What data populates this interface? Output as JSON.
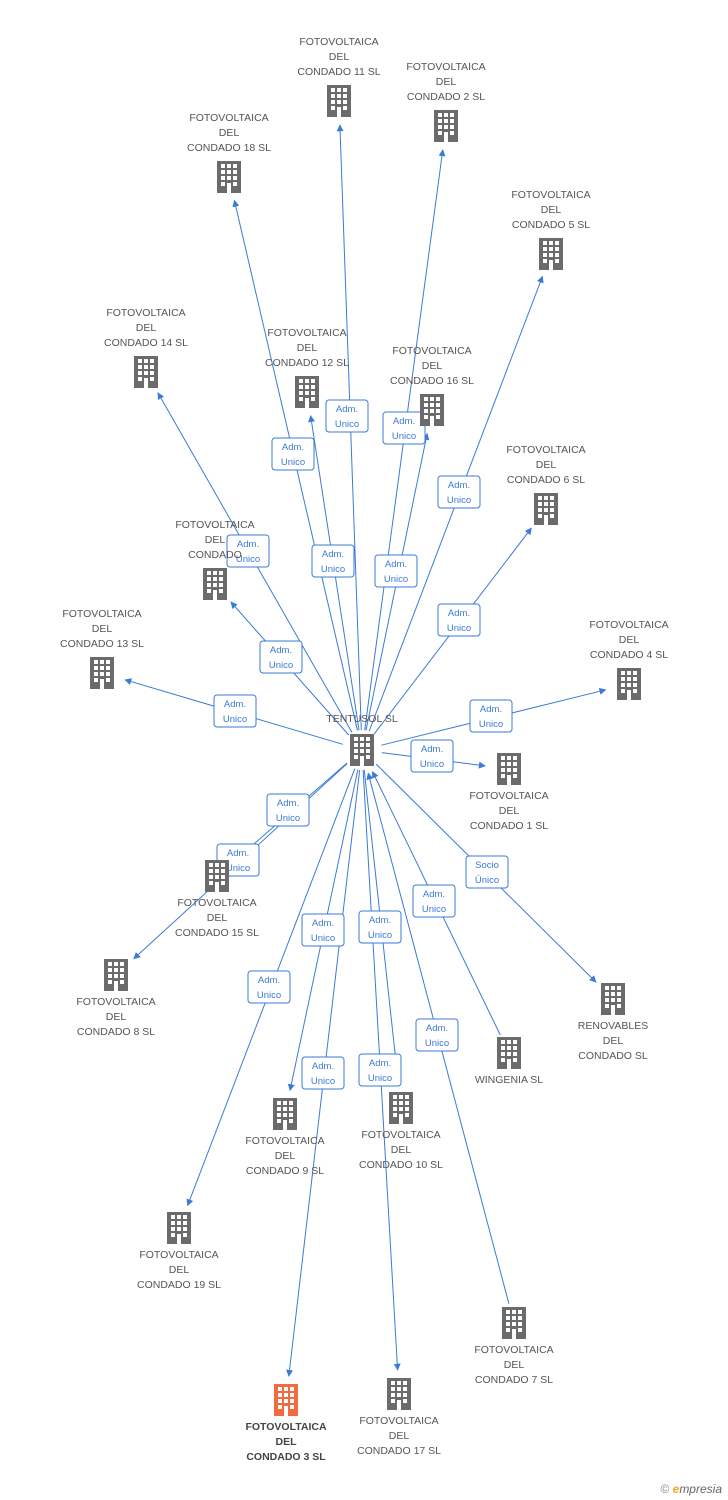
{
  "colors": {
    "node": "#6b6b6b",
    "highlight": "#f26a3d",
    "edge": "#3a7bd5"
  },
  "nodes": [
    {
      "id": "center",
      "lines": [
        "TENTUSOL SL"
      ]
    },
    {
      "id": "c11",
      "lines": [
        "FOTOVOLTAICA",
        "DEL",
        "CONDADO 11 SL"
      ]
    },
    {
      "id": "c2",
      "lines": [
        "FOTOVOLTAICA",
        "DEL",
        "CONDADO 2 SL"
      ]
    },
    {
      "id": "c18",
      "lines": [
        "FOTOVOLTAICA",
        "DEL",
        "CONDADO 18 SL"
      ]
    },
    {
      "id": "c5",
      "lines": [
        "FOTOVOLTAICA",
        "DEL",
        "CONDADO 5 SL"
      ]
    },
    {
      "id": "c14",
      "lines": [
        "FOTOVOLTAICA",
        "DEL",
        "CONDADO 14 SL"
      ]
    },
    {
      "id": "c12",
      "lines": [
        "FOTOVOLTAICA",
        "DEL",
        "CONDADO 12 SL"
      ]
    },
    {
      "id": "c16",
      "lines": [
        "FOTOVOLTAICA",
        "DEL",
        "CONDADO 16 SL"
      ]
    },
    {
      "id": "c6",
      "lines": [
        "FOTOVOLTAICA",
        "DEL",
        "CONDADO 6 SL"
      ]
    },
    {
      "id": "cX",
      "lines": [
        "FOTOVOLTAICA",
        "DEL",
        "CONDADO"
      ]
    },
    {
      "id": "c13",
      "lines": [
        "FOTOVOLTAICA",
        "DEL",
        "CONDADO 13 SL"
      ]
    },
    {
      "id": "c4",
      "lines": [
        "FOTOVOLTAICA",
        "DEL",
        "CONDADO 4 SL"
      ]
    },
    {
      "id": "c1",
      "lines": [
        "FOTOVOLTAICA",
        "DEL",
        "CONDADO 1 SL"
      ]
    },
    {
      "id": "c15",
      "lines": [
        "FOTOVOLTAICA",
        "DEL",
        "CONDADO 15 SL"
      ]
    },
    {
      "id": "c8",
      "lines": [
        "FOTOVOLTAICA",
        "DEL",
        "CONDADO 8 SL"
      ]
    },
    {
      "id": "ren",
      "lines": [
        "RENOVABLES",
        "DEL",
        "CONDADO SL"
      ]
    },
    {
      "id": "win",
      "lines": [
        "WINGENIA SL"
      ]
    },
    {
      "id": "c9",
      "lines": [
        "FOTOVOLTAICA",
        "DEL",
        "CONDADO 9 SL"
      ]
    },
    {
      "id": "c10",
      "lines": [
        "FOTOVOLTAICA",
        "DEL",
        "CONDADO 10 SL"
      ]
    },
    {
      "id": "c19",
      "lines": [
        "FOTOVOLTAICA",
        "DEL",
        "CONDADO 19 SL"
      ]
    },
    {
      "id": "c7",
      "lines": [
        "FOTOVOLTAICA",
        "DEL",
        "CONDADO 7 SL"
      ]
    },
    {
      "id": "c3",
      "lines": [
        "FOTOVOLTAICA",
        "DEL",
        "CONDADO 3 SL"
      ],
      "highlight": true
    },
    {
      "id": "c17",
      "lines": [
        "FOTOVOLTAICA",
        "DEL",
        "CONDADO 17 SL"
      ]
    }
  ],
  "edges": [
    {
      "from": "center",
      "to": "c11",
      "label": [
        "Adm.",
        "Unico"
      ]
    },
    {
      "from": "center",
      "to": "c2",
      "label": [
        "Adm.",
        "Unico"
      ]
    },
    {
      "from": "center",
      "to": "c18",
      "label": [
        "Adm.",
        "Unico"
      ]
    },
    {
      "from": "center",
      "to": "c5",
      "label": [
        "Adm.",
        "Unico"
      ]
    },
    {
      "from": "center",
      "to": "c14",
      "label": [
        "Adm.",
        "Unico"
      ]
    },
    {
      "from": "center",
      "to": "c12",
      "label": [
        "Adm.",
        "Unico"
      ]
    },
    {
      "from": "center",
      "to": "c16",
      "label": [
        "Adm.",
        "Unico"
      ]
    },
    {
      "from": "center",
      "to": "c6",
      "label": [
        "Adm.",
        "Unico"
      ]
    },
    {
      "from": "center",
      "to": "cX",
      "label": [
        "Adm.",
        "Unico"
      ]
    },
    {
      "from": "center",
      "to": "c13",
      "label": [
        "Adm.",
        "Unico"
      ]
    },
    {
      "from": "center",
      "to": "c4",
      "label": [
        "Adm.",
        "Unico"
      ]
    },
    {
      "from": "center",
      "to": "c1",
      "label": [
        "Adm.",
        "Unico"
      ]
    },
    {
      "from": "center",
      "to": "c15",
      "label": [
        "Adm.",
        "Unico"
      ]
    },
    {
      "from": "center",
      "to": "c8",
      "label": [
        "Adm.",
        "Unico"
      ]
    },
    {
      "from": "center",
      "to": "ren",
      "label": [
        "Socio",
        "Único"
      ]
    },
    {
      "from": "win",
      "to": "center",
      "label": [
        "Adm.",
        "Unico"
      ]
    },
    {
      "from": "center",
      "to": "c9",
      "label": [
        "Adm.",
        "Unico"
      ]
    },
    {
      "from": "center",
      "to": "c10",
      "label": [
        "Adm.",
        "Unico"
      ]
    },
    {
      "from": "center",
      "to": "c19",
      "label": [
        "Adm.",
        "Unico"
      ]
    },
    {
      "from": "c7",
      "to": "center",
      "label": [
        "Adm.",
        "Unico"
      ]
    },
    {
      "from": "center",
      "to": "c3",
      "label": [
        "Adm.",
        "Unico"
      ]
    },
    {
      "from": "center",
      "to": "c17",
      "label": [
        "Adm.",
        "Unico"
      ]
    }
  ],
  "footer": {
    "copyright_symbol": "©",
    "brand_initial": "e",
    "brand_rest": "mpresia"
  }
}
